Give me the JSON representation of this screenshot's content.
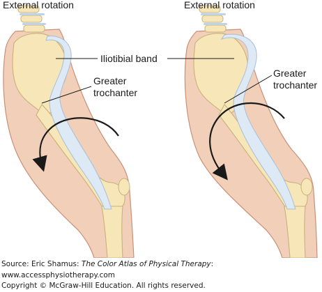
{
  "figure": {
    "left_title": "External rotation",
    "right_title": "External rotation",
    "labels": {
      "iliotibial_band": "Iliotibial band",
      "greater_trochanter_line1": "Greater",
      "greater_trochanter_line2": "trochanter",
      "right_greater_trochanter_line1": "Greater",
      "right_greater_trochanter_line2": "trochanter"
    },
    "colors": {
      "skin": "#f1cfb8",
      "skin_outline": "#c98f78",
      "bone": "#f6e6b8",
      "bone_outline": "#c9b27a",
      "band": "#dde9f5",
      "band_outline": "#a9bfd6",
      "arrow": "#1a1a1a"
    }
  },
  "caption": {
    "source_prefix": "Source: Eric Shamus: ",
    "source_title": "The Color Atlas of Physical Therapy",
    "source_suffix": ":",
    "url": "www.accessphysiotherapy.com",
    "copyright": "Copyright © McGraw-Hill Education. All rights reserved."
  }
}
